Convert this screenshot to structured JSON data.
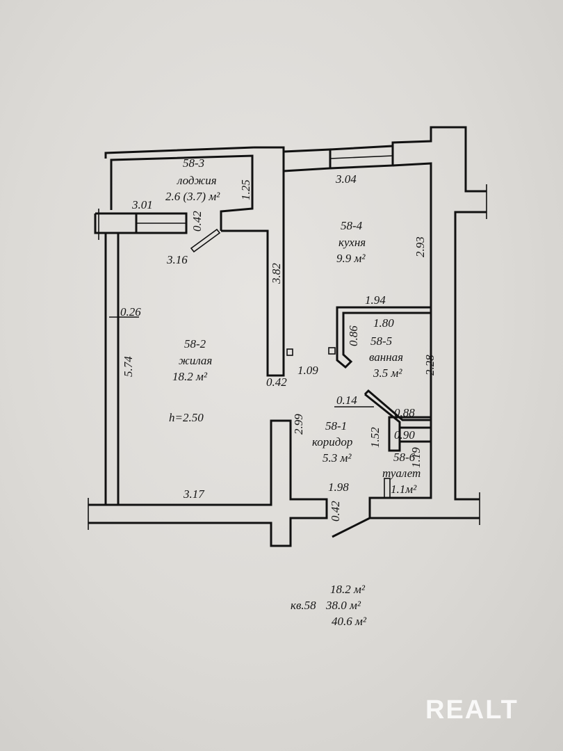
{
  "rooms": [
    {
      "id": "58-3",
      "name": "лоджия",
      "area": "2.6 (3.7) м²"
    },
    {
      "id": "58-4",
      "name": "кухня",
      "area": "9.9 м²"
    },
    {
      "id": "58-2",
      "name": "жилая",
      "area": "18.2 м²",
      "height": "h=2.50"
    },
    {
      "id": "58-5",
      "name": "ванная",
      "area": "3.5 м²"
    },
    {
      "id": "58-1",
      "name": "коридор",
      "area": "5.3 м²"
    },
    {
      "id": "58-6",
      "name": "туалет",
      "area": "1.1м²"
    }
  ],
  "dimensions": [
    "3.01",
    "1.25",
    "0.42",
    "3.16",
    "3.04",
    "3.82",
    "2.93",
    "0.26",
    "5.74",
    "1.94",
    "1.80",
    "0.86",
    "2.28",
    "1.09",
    "0.42",
    "0.14",
    "0.88",
    "0.90",
    "1.52",
    "2.99",
    "1.19",
    "3.17",
    "1.98",
    "0.42"
  ],
  "summary": {
    "living": "18.2 м²",
    "apartment": "кв.58",
    "total": "38.0 м²",
    "total_with_loggia": "40.6 м²"
  },
  "watermark": "REALT"
}
